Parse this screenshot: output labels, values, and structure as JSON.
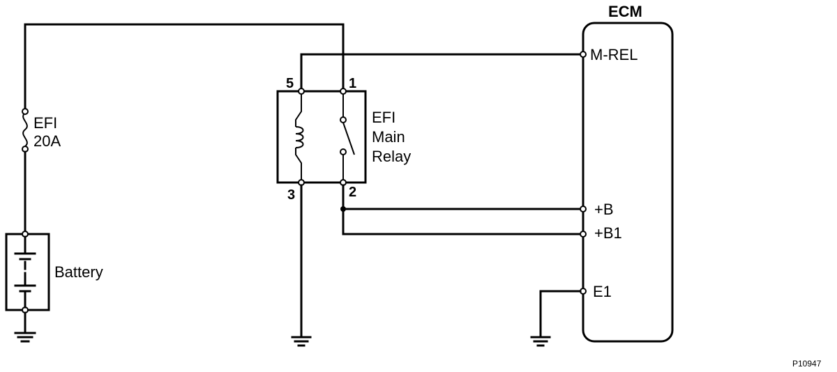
{
  "fuse": {
    "line1": "EFI",
    "line2": "20A"
  },
  "battery": {
    "label": "Battery"
  },
  "relay": {
    "line1": "EFI",
    "line2": "Main",
    "line3": "Relay",
    "pin_5": "5",
    "pin_1": "1",
    "pin_3": "3",
    "pin_2": "2"
  },
  "ecm": {
    "title": "ECM",
    "m_rel": "M-REL",
    "plus_b": "+B",
    "plus_b1": "+B1",
    "e1": "E1"
  },
  "figure_code": "P10947"
}
